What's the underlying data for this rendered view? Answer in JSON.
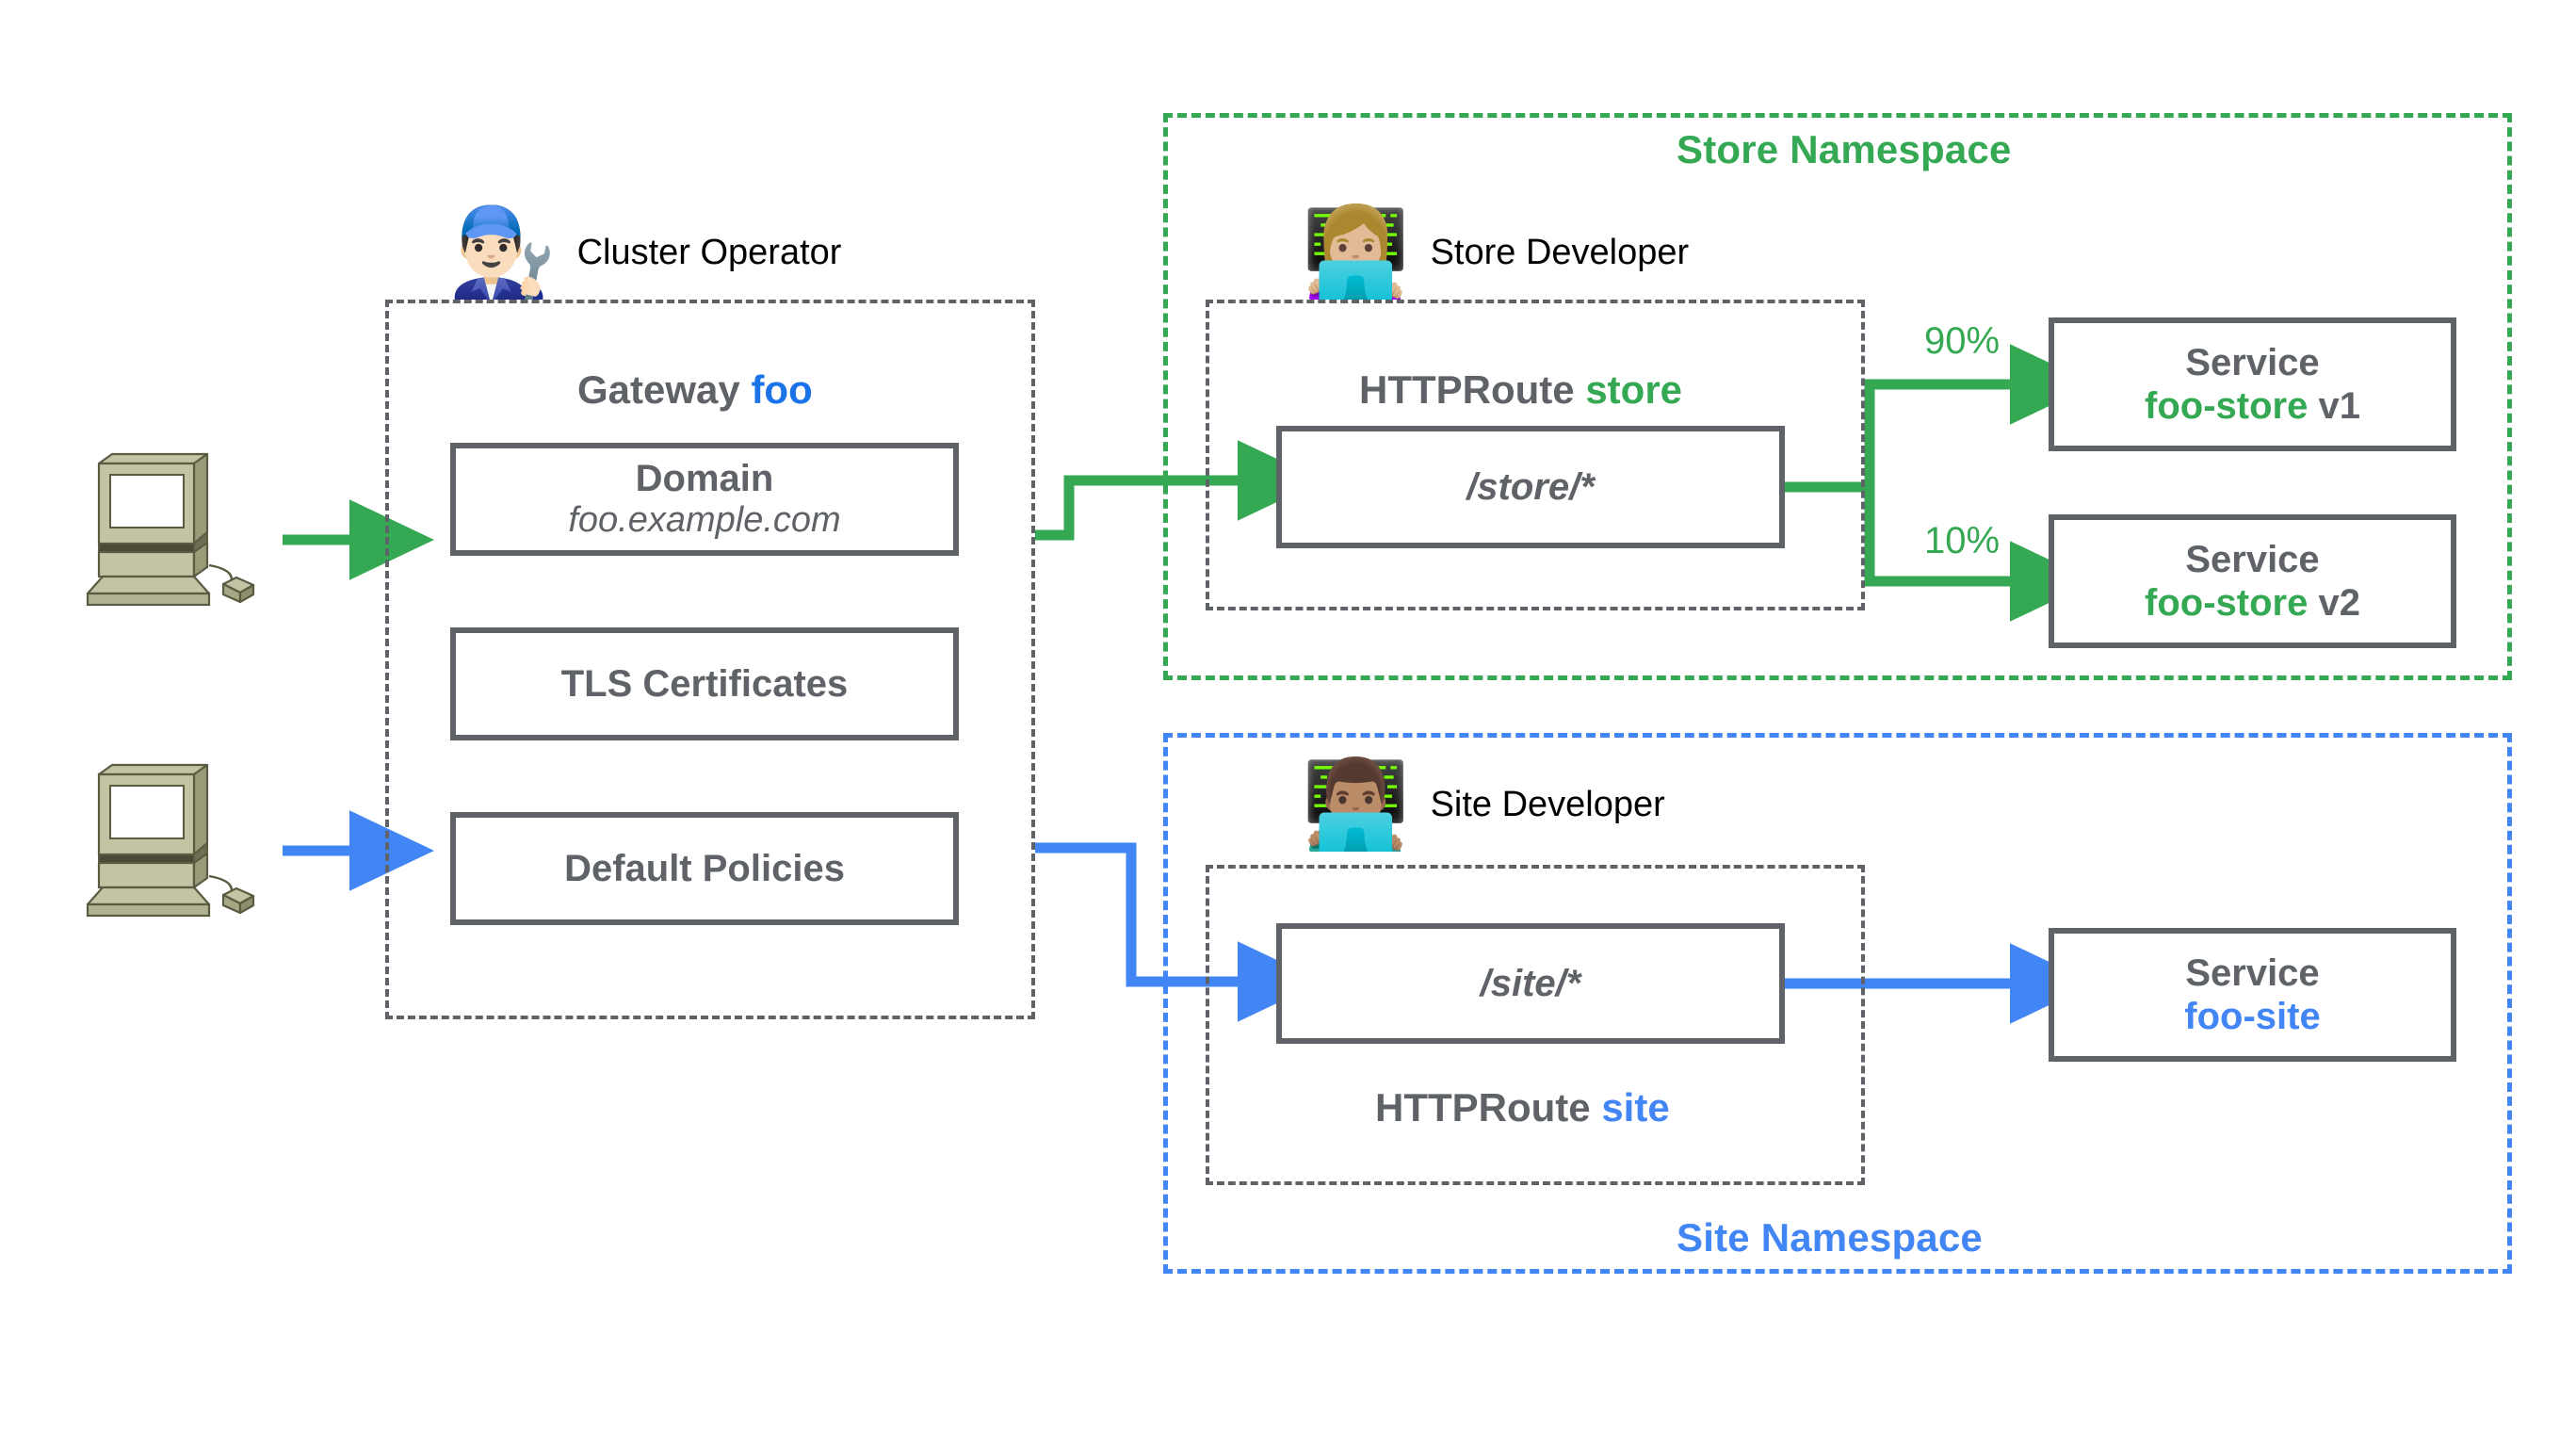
{
  "colors": {
    "green": "#34A853",
    "blue": "#4285F4",
    "blue_dark": "#1A73E8",
    "grey": "#5F6368"
  },
  "namespaces": {
    "store": {
      "label": "Store Namespace"
    },
    "site": {
      "label": "Site Namespace"
    }
  },
  "personas": {
    "operator": {
      "emoji": "👨🏻‍🔧",
      "name": "Cluster Operator",
      "icon": "man-mechanic-emoji"
    },
    "store_dev": {
      "emoji": "👩🏼‍💻",
      "name": "Store Developer",
      "icon": "woman-technologist-emoji"
    },
    "site_dev": {
      "emoji": "👨🏽‍💻",
      "name": "Site Developer",
      "icon": "man-technologist-emoji"
    }
  },
  "gateway": {
    "title_prefix": "Gateway",
    "title_name": "foo",
    "items": [
      {
        "head": "Domain",
        "sub": "foo.example.com"
      },
      {
        "head": "TLS Certificates",
        "sub": ""
      },
      {
        "head": "Default Policies",
        "sub": ""
      }
    ]
  },
  "routes": {
    "store": {
      "title_prefix": "HTTPRoute",
      "title_name": "store",
      "path": "/store/*"
    },
    "site": {
      "title_prefix": "HTTPRoute",
      "title_name": "site",
      "path": "/site/*"
    }
  },
  "services": [
    {
      "head": "Service",
      "name": "foo-store",
      "version": " v1",
      "weight": "90%",
      "color": "#34A853"
    },
    {
      "head": "Service",
      "name": "foo-store",
      "version": " v2",
      "weight": "10%",
      "color": "#34A853"
    },
    {
      "head": "Service",
      "name": "foo-site",
      "version": "",
      "weight": "",
      "color": "#4285F4"
    }
  ],
  "clients": [
    {
      "icon": "desktop-computer-icon",
      "flow": "green"
    },
    {
      "icon": "desktop-computer-icon",
      "flow": "blue"
    }
  ]
}
